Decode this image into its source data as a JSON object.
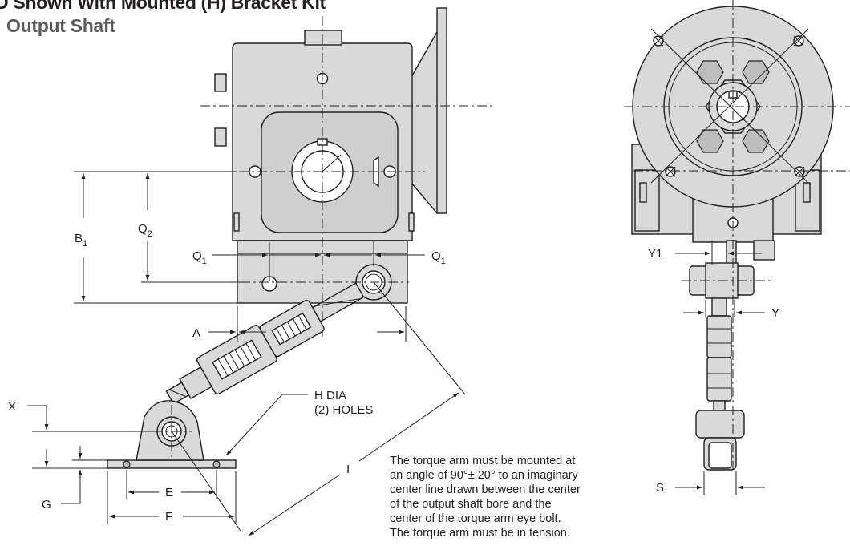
{
  "title": {
    "line1": "D Shown With Mounted (H) Bracket Kit",
    "line2": "Output Shaft"
  },
  "dimensions": {
    "B": "B",
    "B_sub": "1",
    "Q2": "Q",
    "Q2_sub": "2",
    "Q1_left": "Q",
    "Q1_left_sub": "1",
    "Q1_right": "Q",
    "Q1_right_sub": "1",
    "A": "A",
    "X": "X",
    "G": "G",
    "E": "E",
    "F": "F",
    "I": "I",
    "Y1": "Y1",
    "Y": "Y",
    "S": "S"
  },
  "callout": {
    "line1": "H DIA",
    "line2": "(2) HOLES"
  },
  "note": [
    "The torque arm must be mounted at",
    "an angle of 90°± 20° to an imaginary",
    "center line drawn between the center",
    "of the output shaft bore and the",
    "center of the torque arm eye bolt.",
    "The torque arm must be in tension."
  ]
}
